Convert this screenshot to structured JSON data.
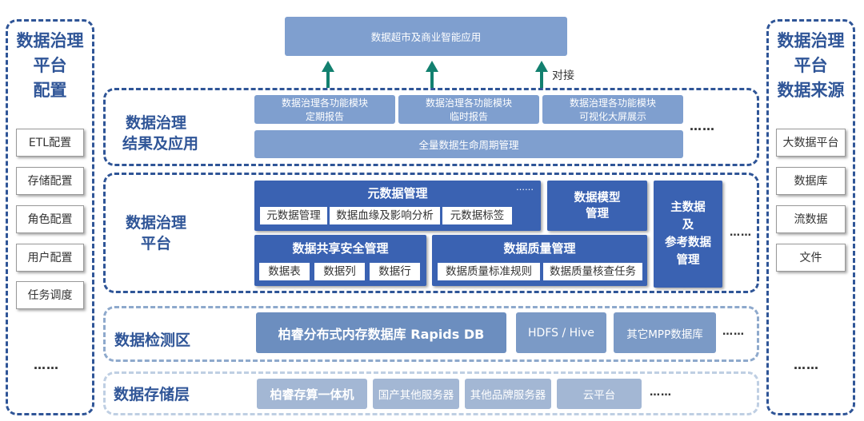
{
  "left_panel": {
    "title": [
      "数据治理",
      "平台",
      "配置"
    ],
    "items": [
      "ETL配置",
      "存储配置",
      "角色配置",
      "用户配置",
      "任务调度"
    ],
    "more": "……"
  },
  "right_panel": {
    "title": [
      "数据治理",
      "平台",
      "数据来源"
    ],
    "items": [
      "大数据平台",
      "数据库",
      "流数据",
      "文件"
    ],
    "more": "……"
  },
  "top_app": "数据超市及商业智能应用",
  "connect_label": "对接",
  "results": {
    "title": [
      "数据治理",
      "结果及应用"
    ],
    "reports": [
      {
        "line1": "数据治理各功能模块",
        "line2": "定期报告"
      },
      {
        "line1": "数据治理各功能模块",
        "line2": "临时报告"
      },
      {
        "line1": "数据治理各功能模块",
        "line2": "可视化大屏展示"
      }
    ],
    "lifecycle": "全量数据生命周期管理",
    "more": "……"
  },
  "platform": {
    "title": [
      "数据治理",
      "平台"
    ],
    "metadata": {
      "title": "元数据管理",
      "more": "……",
      "items": [
        "元数据管理",
        "数据血缘及影响分析",
        "元数据标签"
      ]
    },
    "model": [
      "数据模型",
      "管理"
    ],
    "master": [
      "主数据",
      "及",
      "参考数据",
      "管理"
    ],
    "security": {
      "title": "数据共享安全管理",
      "items": [
        "数据表",
        "数据列",
        "数据行"
      ]
    },
    "quality": {
      "title": "数据质量管理",
      "items": [
        "数据质量标准规则",
        "数据质量核查任务"
      ]
    },
    "more": "……"
  },
  "detect": {
    "title": "数据检测区",
    "main_db": "柏睿分布式内存数据库 Rapids DB",
    "hdfs": "HDFS / Hive",
    "mpp": "其它MPP数据库",
    "more": "……"
  },
  "storage": {
    "title": "数据存储层",
    "items": [
      "柏睿存算一体机",
      "国产其他服务器",
      "其他品牌服务器",
      "云平台"
    ],
    "more": "……"
  }
}
